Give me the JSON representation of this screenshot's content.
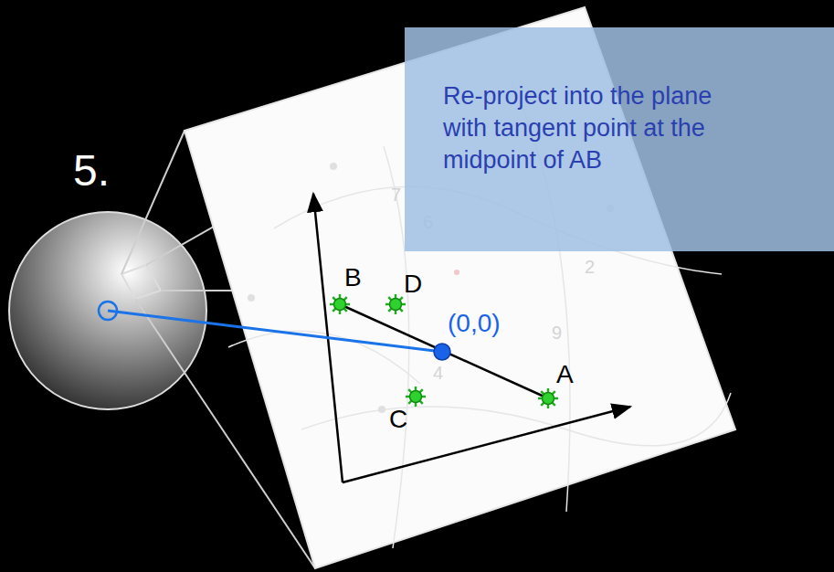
{
  "diagram": {
    "nodes": [
      {
        "text": [
          "Re-project into the plane with tangent point at the midpoint of AB"
        ]
      }
    ],
    "labels": [
      "5.",
      "B",
      "D",
      "(0,0)",
      "A",
      "C",
      "7",
      "6",
      "2",
      "9",
      "4"
    ]
  }
}
